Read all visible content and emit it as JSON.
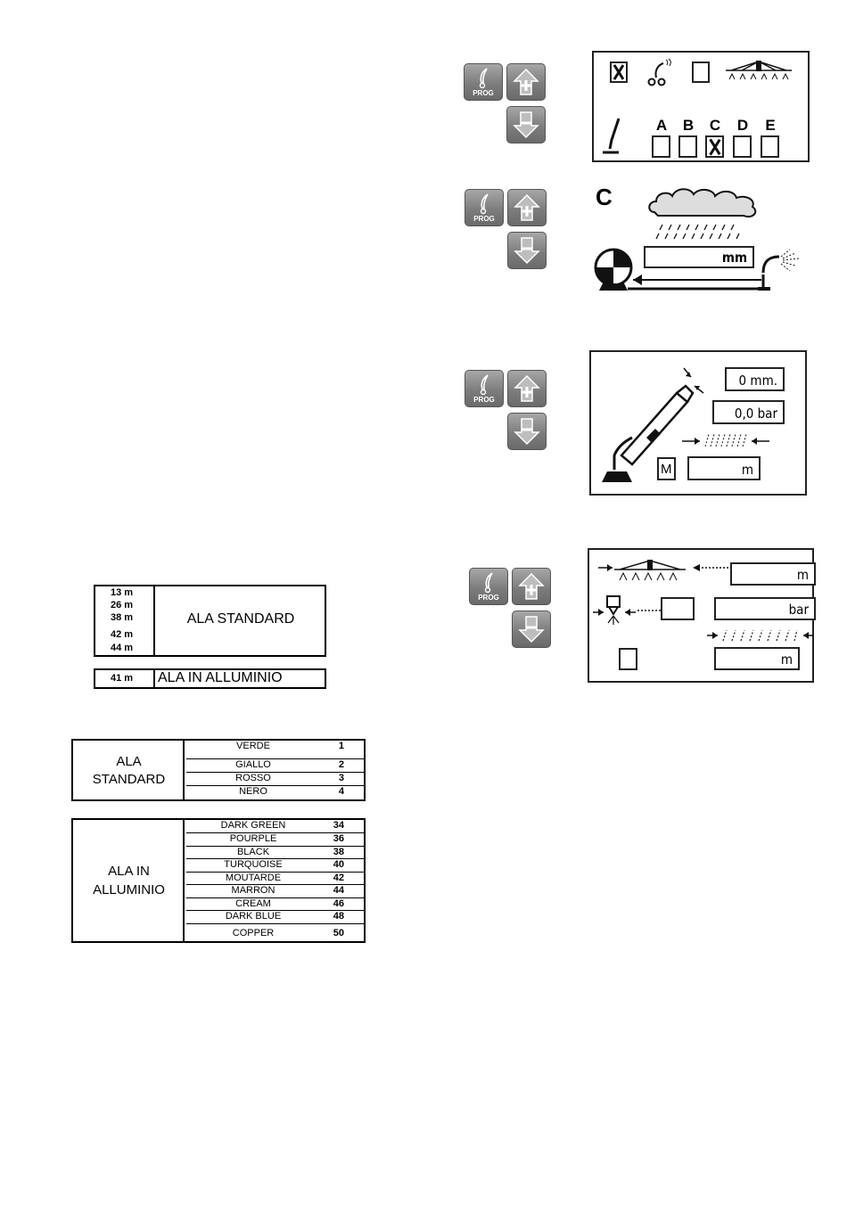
{
  "keypad": {
    "prog_label": "PROG"
  },
  "panel1": {
    "letters": [
      "A",
      "B",
      "C",
      "D",
      "E"
    ],
    "checked_letter": "C"
  },
  "panel2": {
    "title": "C",
    "unit": "mm"
  },
  "panel3": {
    "depth": "0 mm.",
    "pressure": "0,0 bar",
    "mode": "M",
    "distance_unit": "m"
  },
  "panel4": {
    "width_unit": "m",
    "pressure_unit": "bar",
    "distance_unit": "m"
  },
  "wing_lengths": {
    "standard": {
      "lengths": [
        "13 m",
        "26 m",
        "38 m",
        "42 m",
        "44 m"
      ],
      "label": "ALA STANDARD"
    },
    "aluminium": {
      "length": "41 m",
      "label": "ALA IN ALLUMINIO"
    }
  },
  "color_codes": {
    "standard": {
      "label_line1": "ALA",
      "label_line2": "STANDARD",
      "rows": [
        {
          "name": "VERDE",
          "code": "1"
        },
        {
          "name": "GIALLO",
          "code": "2"
        },
        {
          "name": "ROSSO",
          "code": "3"
        },
        {
          "name": "NERO",
          "code": "4"
        }
      ]
    },
    "aluminium": {
      "label_line1": "ALA IN",
      "label_line2": "ALLUMINIO",
      "rows": [
        {
          "name": "DARK GREEN",
          "code": "34"
        },
        {
          "name": "POURPLE",
          "code": "36"
        },
        {
          "name": "BLACK",
          "code": "38"
        },
        {
          "name": "TURQUOISE",
          "code": "40"
        },
        {
          "name": "MOUTARDE",
          "code": "42"
        },
        {
          "name": "MARRON",
          "code": "44"
        },
        {
          "name": "CREAM",
          "code": "46"
        },
        {
          "name": "DARK BLUE",
          "code": "48"
        },
        {
          "name": "COPPER",
          "code": "50"
        }
      ]
    }
  }
}
